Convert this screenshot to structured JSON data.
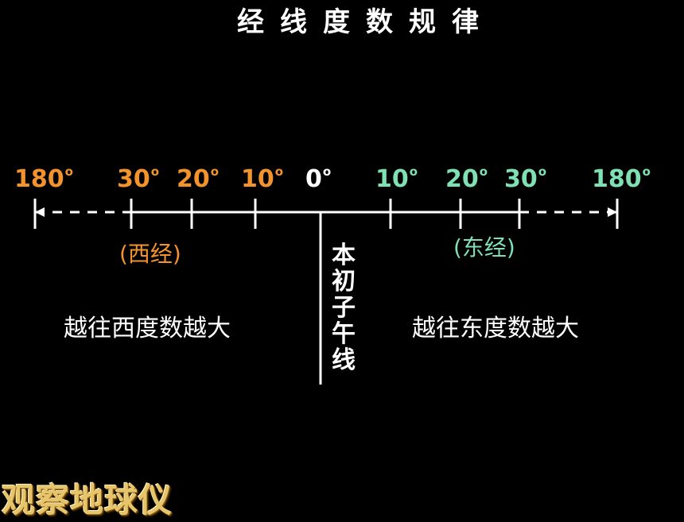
{
  "title": "经线度数规律",
  "degree_symbol": "o",
  "west_labels": [
    "180",
    "30",
    "20",
    "10"
  ],
  "zero_label": "0",
  "east_labels": [
    "10",
    "20",
    "30",
    "180"
  ],
  "west_region": "(西经)",
  "east_region": "(东经)",
  "meridian_label": "本初子午线",
  "west_description": "越往西度数越大",
  "east_description": "越往东度数越大",
  "logo": "观察地球仪",
  "colors": {
    "background": "#000000",
    "west": "#f2932b",
    "east": "#7fe0b3",
    "line": "#ffffff"
  }
}
